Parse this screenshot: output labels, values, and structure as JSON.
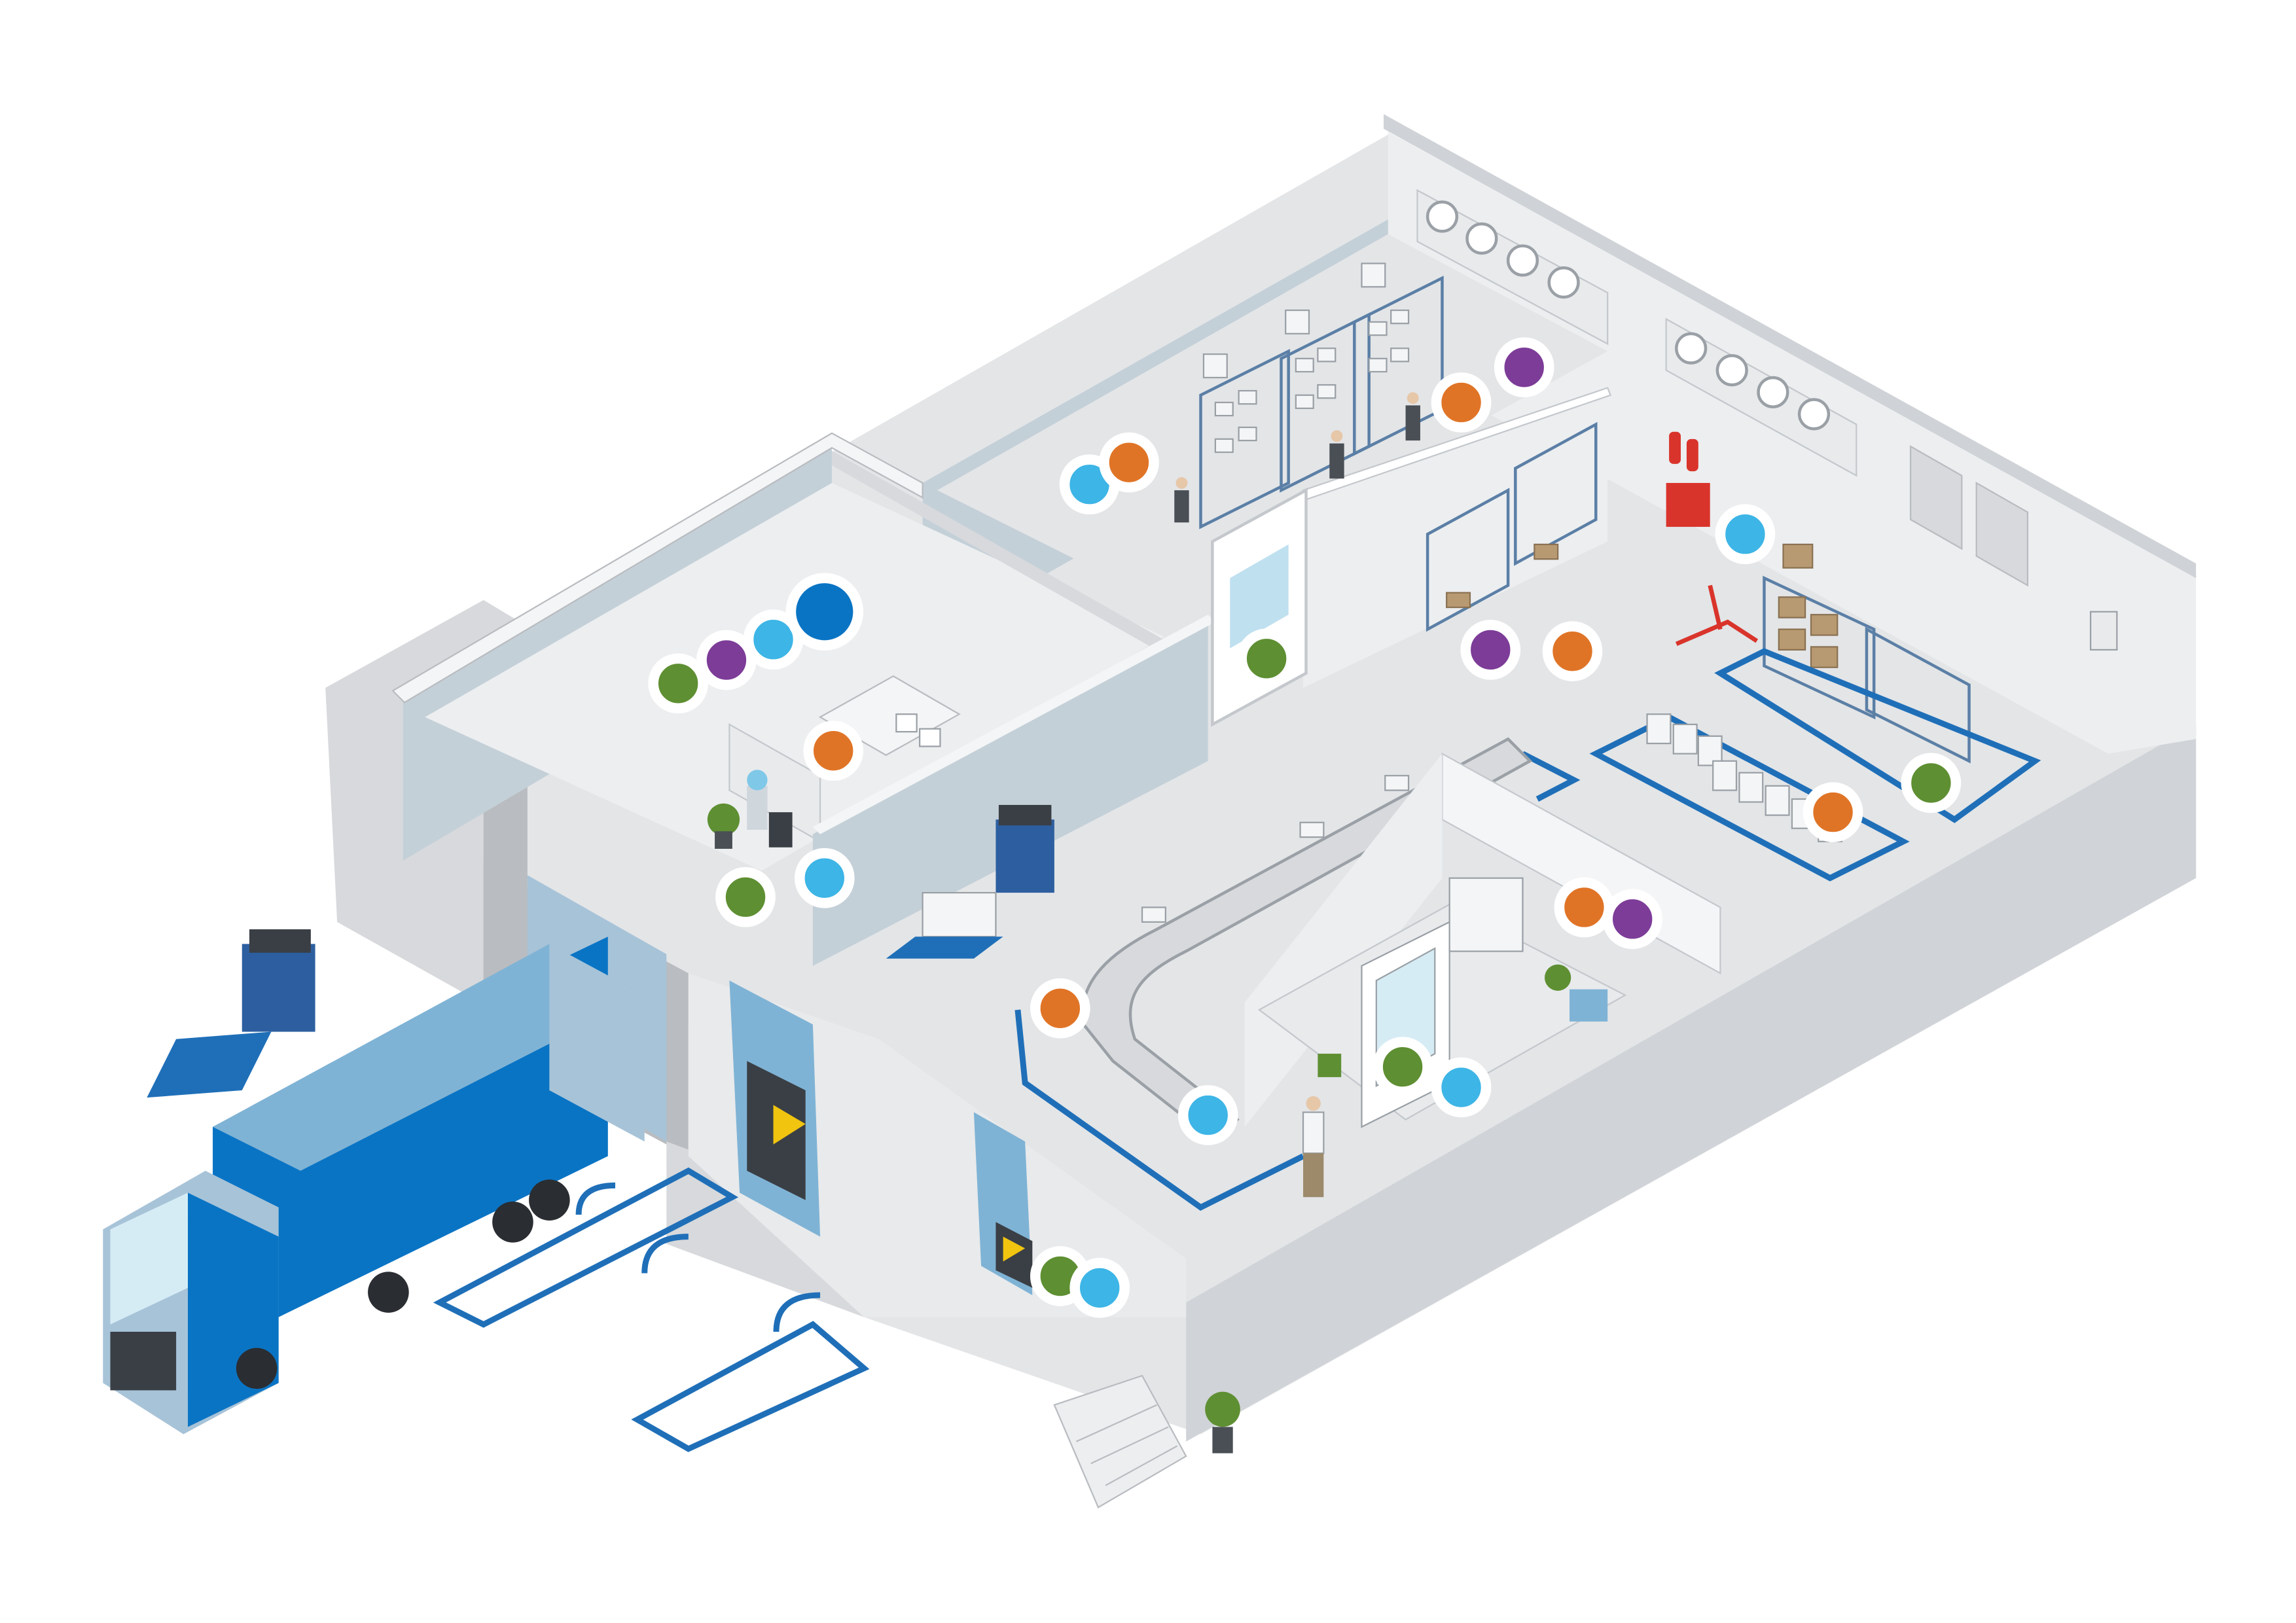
{
  "colors": {
    "background": "#ffffff",
    "wall_top": "#f4f5f6",
    "wall_face": "#d7d9dc",
    "wall_dark": "#b9bcc0",
    "floor": "#e3e5e7",
    "room_light": "#eceef0",
    "cold_room_wall": "#b8c6d0",
    "marking_blue": "#1f6fb8",
    "truck_dark": "#0a74c4",
    "truck_light": "#7fb3d5",
    "rack_blue": "#5b7fa6",
    "box_brown": "#b89a72",
    "door_yellow": "#f1c40f",
    "fire_red": "#d9342b",
    "plant_green": "#5e8f32"
  },
  "hotspot_colors": {
    "green": "#5e8f32",
    "purple": "#7d3c98",
    "light_blue": "#3db5e6",
    "dark_blue": "#0a74c4",
    "orange": "#e07426"
  },
  "hotspots": [
    {
      "id": "cold-room-light-blue",
      "color": "light_blue"
    },
    {
      "id": "cold-room-orange",
      "color": "orange"
    },
    {
      "id": "cold-room-top-purple",
      "color": "purple"
    },
    {
      "id": "cold-room-top-orange",
      "color": "orange"
    },
    {
      "id": "office-green",
      "color": "green"
    },
    {
      "id": "office-purple",
      "color": "purple"
    },
    {
      "id": "office-light-blue",
      "color": "light_blue"
    },
    {
      "id": "office-dark-blue",
      "color": "dark_blue"
    },
    {
      "id": "office-desk-orange",
      "color": "orange"
    },
    {
      "id": "break-area-green",
      "color": "green"
    },
    {
      "id": "corridor-light-blue",
      "color": "light_blue"
    },
    {
      "id": "cold-room-door-green",
      "color": "green"
    },
    {
      "id": "storage-purple",
      "color": "purple"
    },
    {
      "id": "storage-orange",
      "color": "orange"
    },
    {
      "id": "fire-equipment-light-blue",
      "color": "light_blue"
    },
    {
      "id": "pallet-zone-orange",
      "color": "orange"
    },
    {
      "id": "rack-zone-green",
      "color": "green"
    },
    {
      "id": "packing-room-orange",
      "color": "orange"
    },
    {
      "id": "packing-room-purple",
      "color": "purple"
    },
    {
      "id": "conveyor-orange",
      "color": "orange"
    },
    {
      "id": "conveyor-light-blue",
      "color": "light_blue"
    },
    {
      "id": "reception-green",
      "color": "green"
    },
    {
      "id": "reception-light-blue",
      "color": "light_blue"
    },
    {
      "id": "dock-door-green",
      "color": "green"
    },
    {
      "id": "dock-door-light-blue",
      "color": "light_blue"
    }
  ]
}
